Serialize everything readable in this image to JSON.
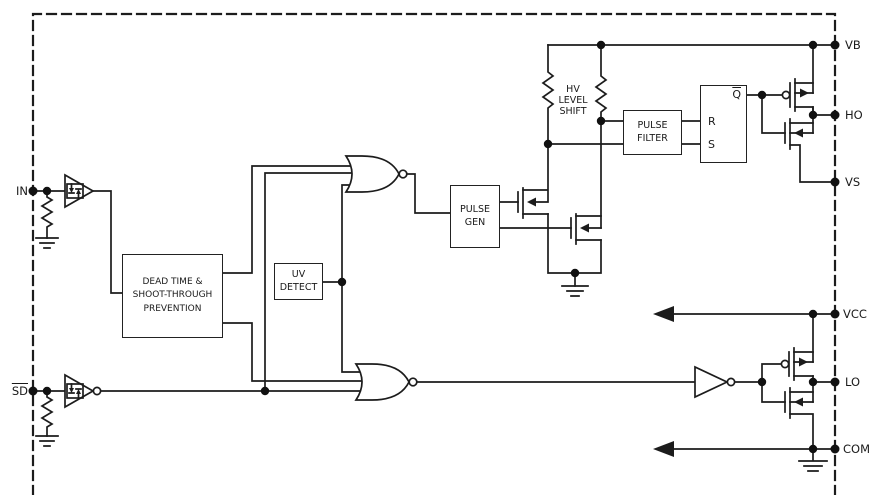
{
  "diagram": {
    "pins": {
      "in": "IN",
      "sd": "SD",
      "vb": "VB",
      "ho": "HO",
      "vs": "VS",
      "vcc": "VCC",
      "lo": "LO",
      "com": "COM"
    },
    "blocks": {
      "dead_time": [
        "DEAD TIME &",
        "SHOOT-THROUGH",
        "PREVENTION"
      ],
      "uv_detect": [
        "UV",
        "DETECT"
      ],
      "pulse_gen": [
        "PULSE",
        "GEN"
      ],
      "pulse_filter": [
        "PULSE",
        "FILTER"
      ],
      "hv_level_shift": [
        "HV",
        "LEVEL",
        "SHIFT"
      ],
      "latch": {
        "r": "R",
        "s": "S",
        "q": "Q"
      }
    },
    "colors": {
      "line": "#1c1c1c",
      "background": "#ffffff"
    }
  }
}
